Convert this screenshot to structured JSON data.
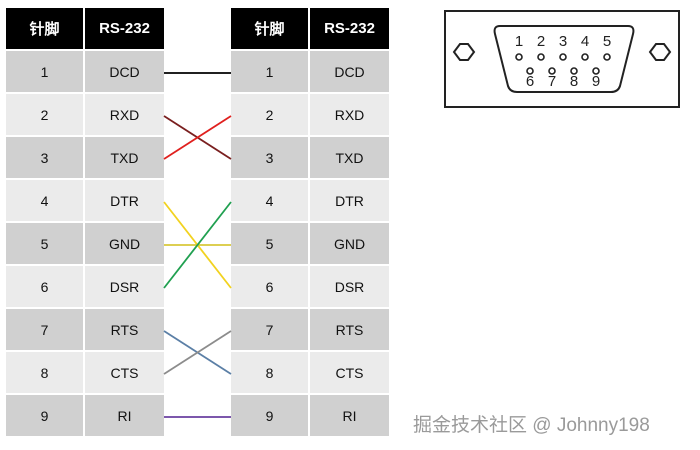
{
  "left_table": {
    "headers": [
      "针脚",
      "RS-232"
    ],
    "rows": [
      {
        "pin": "1",
        "signal": "DCD"
      },
      {
        "pin": "2",
        "signal": "RXD"
      },
      {
        "pin": "3",
        "signal": "TXD"
      },
      {
        "pin": "4",
        "signal": "DTR"
      },
      {
        "pin": "5",
        "signal": "GND"
      },
      {
        "pin": "6",
        "signal": "DSR"
      },
      {
        "pin": "7",
        "signal": "RTS"
      },
      {
        "pin": "8",
        "signal": "CTS"
      },
      {
        "pin": "9",
        "signal": "RI"
      }
    ]
  },
  "right_table": {
    "headers": [
      "针脚",
      "RS-232"
    ],
    "rows": [
      {
        "pin": "1",
        "signal": "DCD"
      },
      {
        "pin": "2",
        "signal": "RXD"
      },
      {
        "pin": "3",
        "signal": "TXD"
      },
      {
        "pin": "4",
        "signal": "DTR"
      },
      {
        "pin": "5",
        "signal": "GND"
      },
      {
        "pin": "6",
        "signal": "DSR"
      },
      {
        "pin": "7",
        "signal": "RTS"
      },
      {
        "pin": "8",
        "signal": "CTS"
      },
      {
        "pin": "9",
        "signal": "RI"
      }
    ]
  },
  "wiring": [
    {
      "from_pin": 1,
      "to_pin": 1,
      "color": "#000000"
    },
    {
      "from_pin": 2,
      "to_pin": 3,
      "color": "#7a1f1f"
    },
    {
      "from_pin": 3,
      "to_pin": 2,
      "color": "#e0201e"
    },
    {
      "from_pin": 4,
      "to_pin": 6,
      "color": "#f2d21f"
    },
    {
      "from_pin": 5,
      "to_pin": 5,
      "color": "#d8c83a"
    },
    {
      "from_pin": 6,
      "to_pin": 4,
      "color": "#20a050"
    },
    {
      "from_pin": 7,
      "to_pin": 8,
      "color": "#5b7fa6"
    },
    {
      "from_pin": 8,
      "to_pin": 7,
      "color": "#8c8c8c"
    },
    {
      "from_pin": 9,
      "to_pin": 9,
      "color": "#6a3fa0"
    }
  ],
  "connector": {
    "pin_numbers_top": [
      "1",
      "2",
      "3",
      "4",
      "5"
    ],
    "pin_numbers_bottom": [
      "6",
      "7",
      "8",
      "9"
    ]
  },
  "watermark": "掘金技术社区 @ Johnny198"
}
